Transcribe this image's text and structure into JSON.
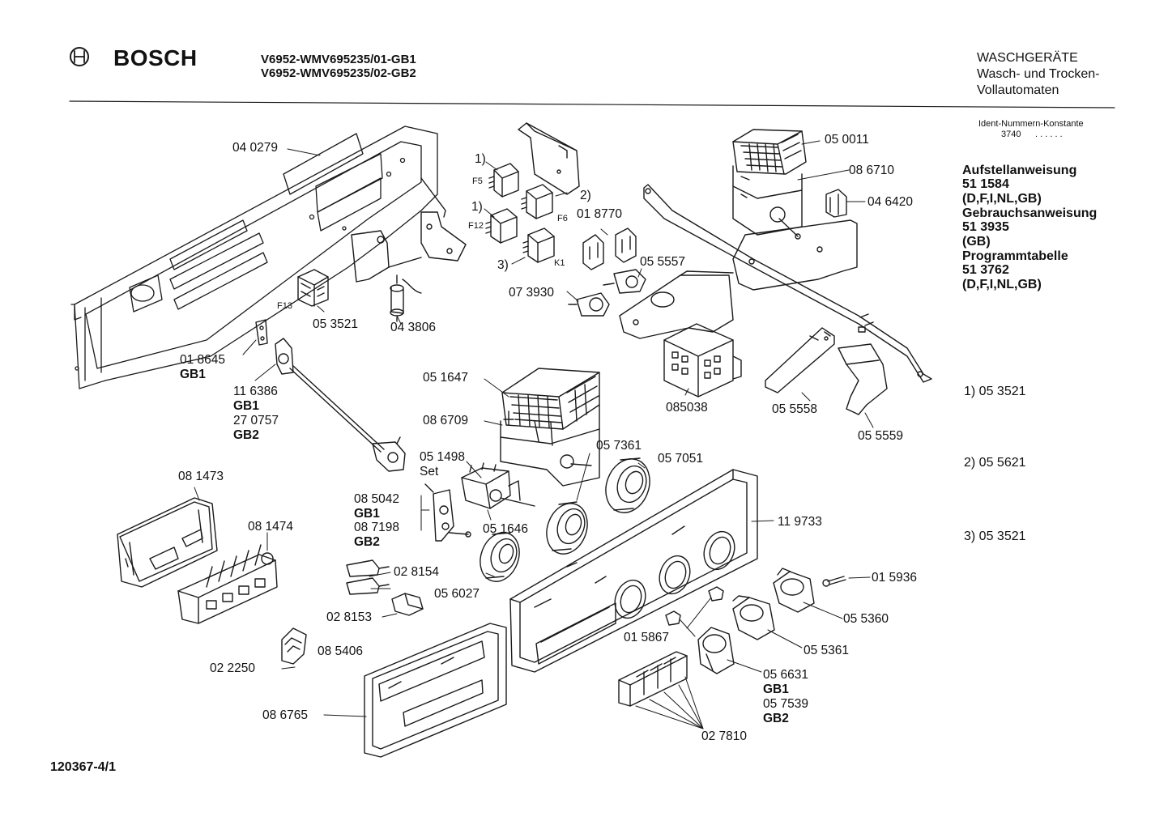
{
  "header": {
    "brand": "BOSCH",
    "model_lines": [
      "V6952-WMV695235/01-GB1",
      "V6952-WMV695235/02-GB2"
    ],
    "category_lines": [
      "WASCHGERÄTE",
      "Wasch- und Trocken-",
      "Vollautomaten"
    ]
  },
  "ident": {
    "label": "Ident-Nummern-Konstante",
    "value": "3740",
    "dots": ". .  . . . ."
  },
  "documents": [
    "Aufstellanweisung",
    "51 1584",
    "(D,F,I,NL,GB)",
    "Gebrauchsanweisung",
    "51 3935",
    "(GB)",
    "Programmtabelle",
    "51 3762",
    "(D,F,I,NL,GB)"
  ],
  "footnotes": [
    "1) 05 3521",
    "2) 05 5621",
    "3) 05 3521"
  ],
  "drawing_number": "120367-4/1",
  "part_labels": {
    "p040279": "04 0279",
    "p053521": "05 3521",
    "p043806": "04 3806",
    "p018645": "01 8645",
    "p018645_var": "GB1",
    "p116386": "11 6386",
    "p116386_v1": "GB1",
    "p270757": "27 0757",
    "p270757_v2": "GB2",
    "p081473": "08 1473",
    "p081474": "08 1474",
    "p050011": "05 0011",
    "p086710": "08 6710",
    "p046420": "04 6420",
    "p018770": "01 8770",
    "p055557": "05 5557",
    "p073930": "07 3930",
    "p051647": "05 1647",
    "p086709": "08 6709",
    "p085038": "085038",
    "p055558": "05 5558",
    "p055559": "05 5559",
    "p051498": "05 1498",
    "p051498_set": "Set",
    "p057361": "05 7361",
    "p057051": "05 7051",
    "p085042": "08 5042",
    "p085042_v1": "GB1",
    "p087198": "08 7198",
    "p087198_v2": "GB2",
    "p051646": "05 1646",
    "p119733": "11 9733",
    "p028154": "02 8154",
    "p056027": "05 6027",
    "p028153": "02 8153",
    "p015936": "01 5936",
    "p055360": "05 5360",
    "p015867": "01 5867",
    "p055361": "05 5361",
    "p022250": "02 2250",
    "p085406": "08 5406",
    "p056631": "05 6631",
    "p056631_v1": "GB1",
    "p057539": "05 7539",
    "p057539_v2": "GB2",
    "p086765": "08 6765",
    "p027810": "02 7810",
    "sw_f5": "F5",
    "sw_f6": "F6",
    "sw_f12": "F12",
    "sw_k1": "K1",
    "sw_f13": "F13",
    "note1a": "1)",
    "note2": "2)",
    "note1b": "1)",
    "note3": "3)"
  }
}
